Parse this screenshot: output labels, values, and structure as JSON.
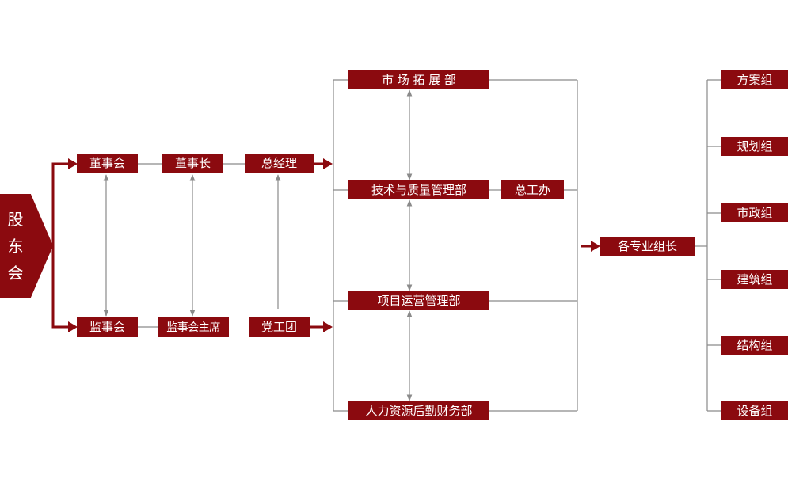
{
  "colors": {
    "box": "#8b0a0f",
    "connector": "#8a8a8a",
    "arrow": "#8b0a0f"
  },
  "nodes": {
    "shareholders": [
      "股",
      "东",
      "会"
    ],
    "board": "董事会",
    "chairman": "董事长",
    "general_manager": "总经理",
    "supervisors": "监事会",
    "supervisor_chair": "监事会主席",
    "party": "党工团",
    "market_dept": "市 场 拓 展 部",
    "tech_dept": "技术与质量管理部",
    "chief_engineer_office": "总工办",
    "project_dept": "项目运营管理部",
    "hr_dept": "人力资源后勤财务部",
    "group_leaders": "各专业组长",
    "groups": [
      "方案组",
      "规划组",
      "市政组",
      "建筑组",
      "结构组",
      "设备组"
    ]
  }
}
